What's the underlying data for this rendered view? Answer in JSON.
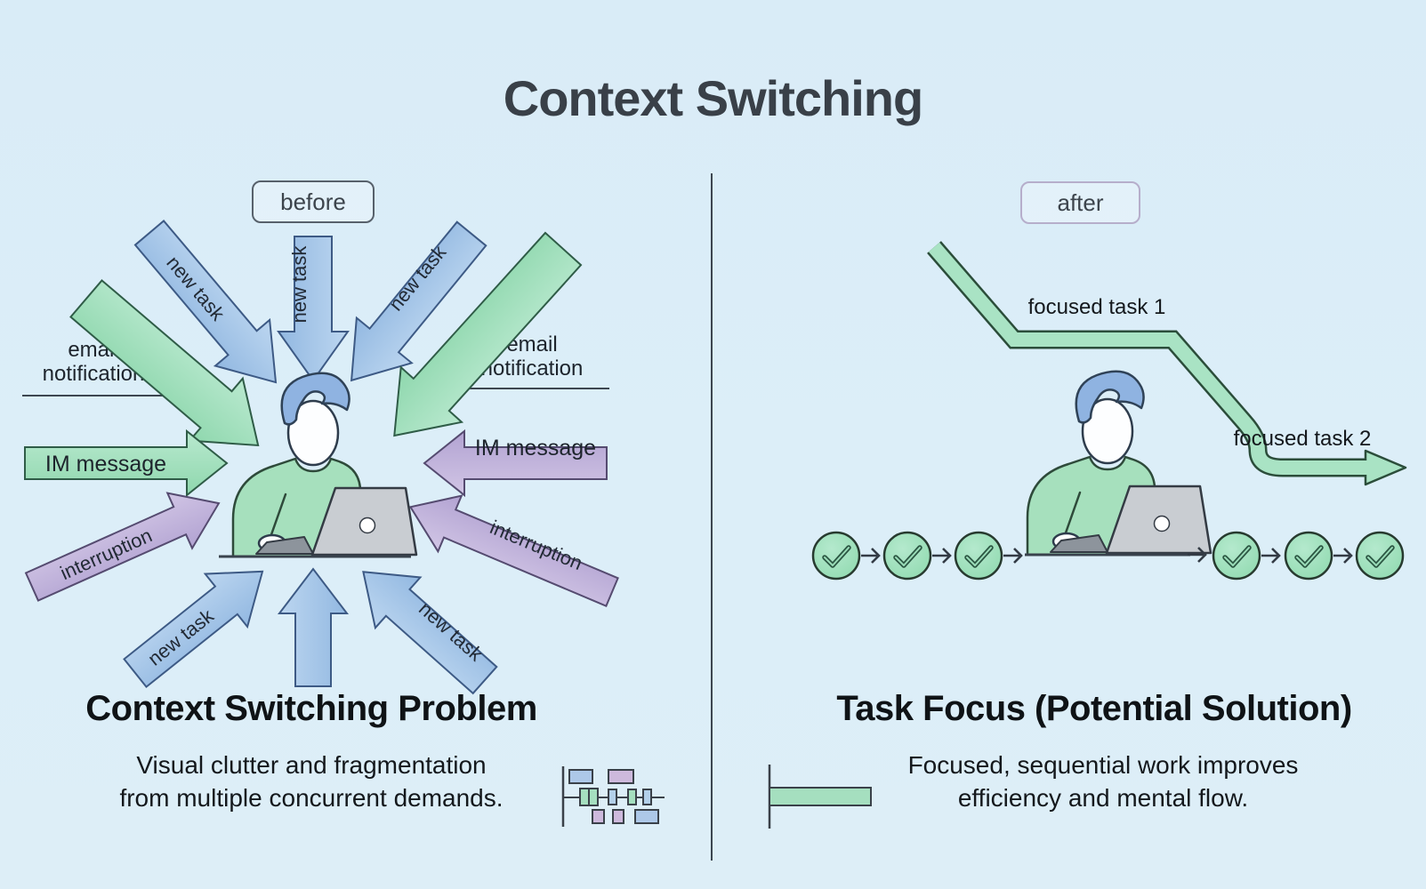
{
  "title": "Context Switching",
  "panels": {
    "before": {
      "badge": "before",
      "labels": {
        "new_task": "new task",
        "email_line1": "email",
        "email_line2": "notification",
        "im_message": "IM message",
        "interruption": "interruption"
      },
      "heading": "Context Switching Problem",
      "subtitle_line1": "Visual clutter and fragmentation",
      "subtitle_line2": "from multiple concurrent demands."
    },
    "after": {
      "badge": "after",
      "labels": {
        "focused_task_1": "focused task 1",
        "focused_task_2": "focused task 2"
      },
      "heading": "Task Focus (Potential Solution)",
      "subtitle_line1": "Focused, sequential work improves",
      "subtitle_line2": "efficiency and mental flow."
    }
  },
  "colors": {
    "background": "#dceef7",
    "arrow_blue": "#a9c8ea",
    "arrow_green": "#a7e0c3",
    "arrow_purple": "#c6b7dd",
    "check_green": "#9edcba",
    "divider": "#3c4650"
  }
}
